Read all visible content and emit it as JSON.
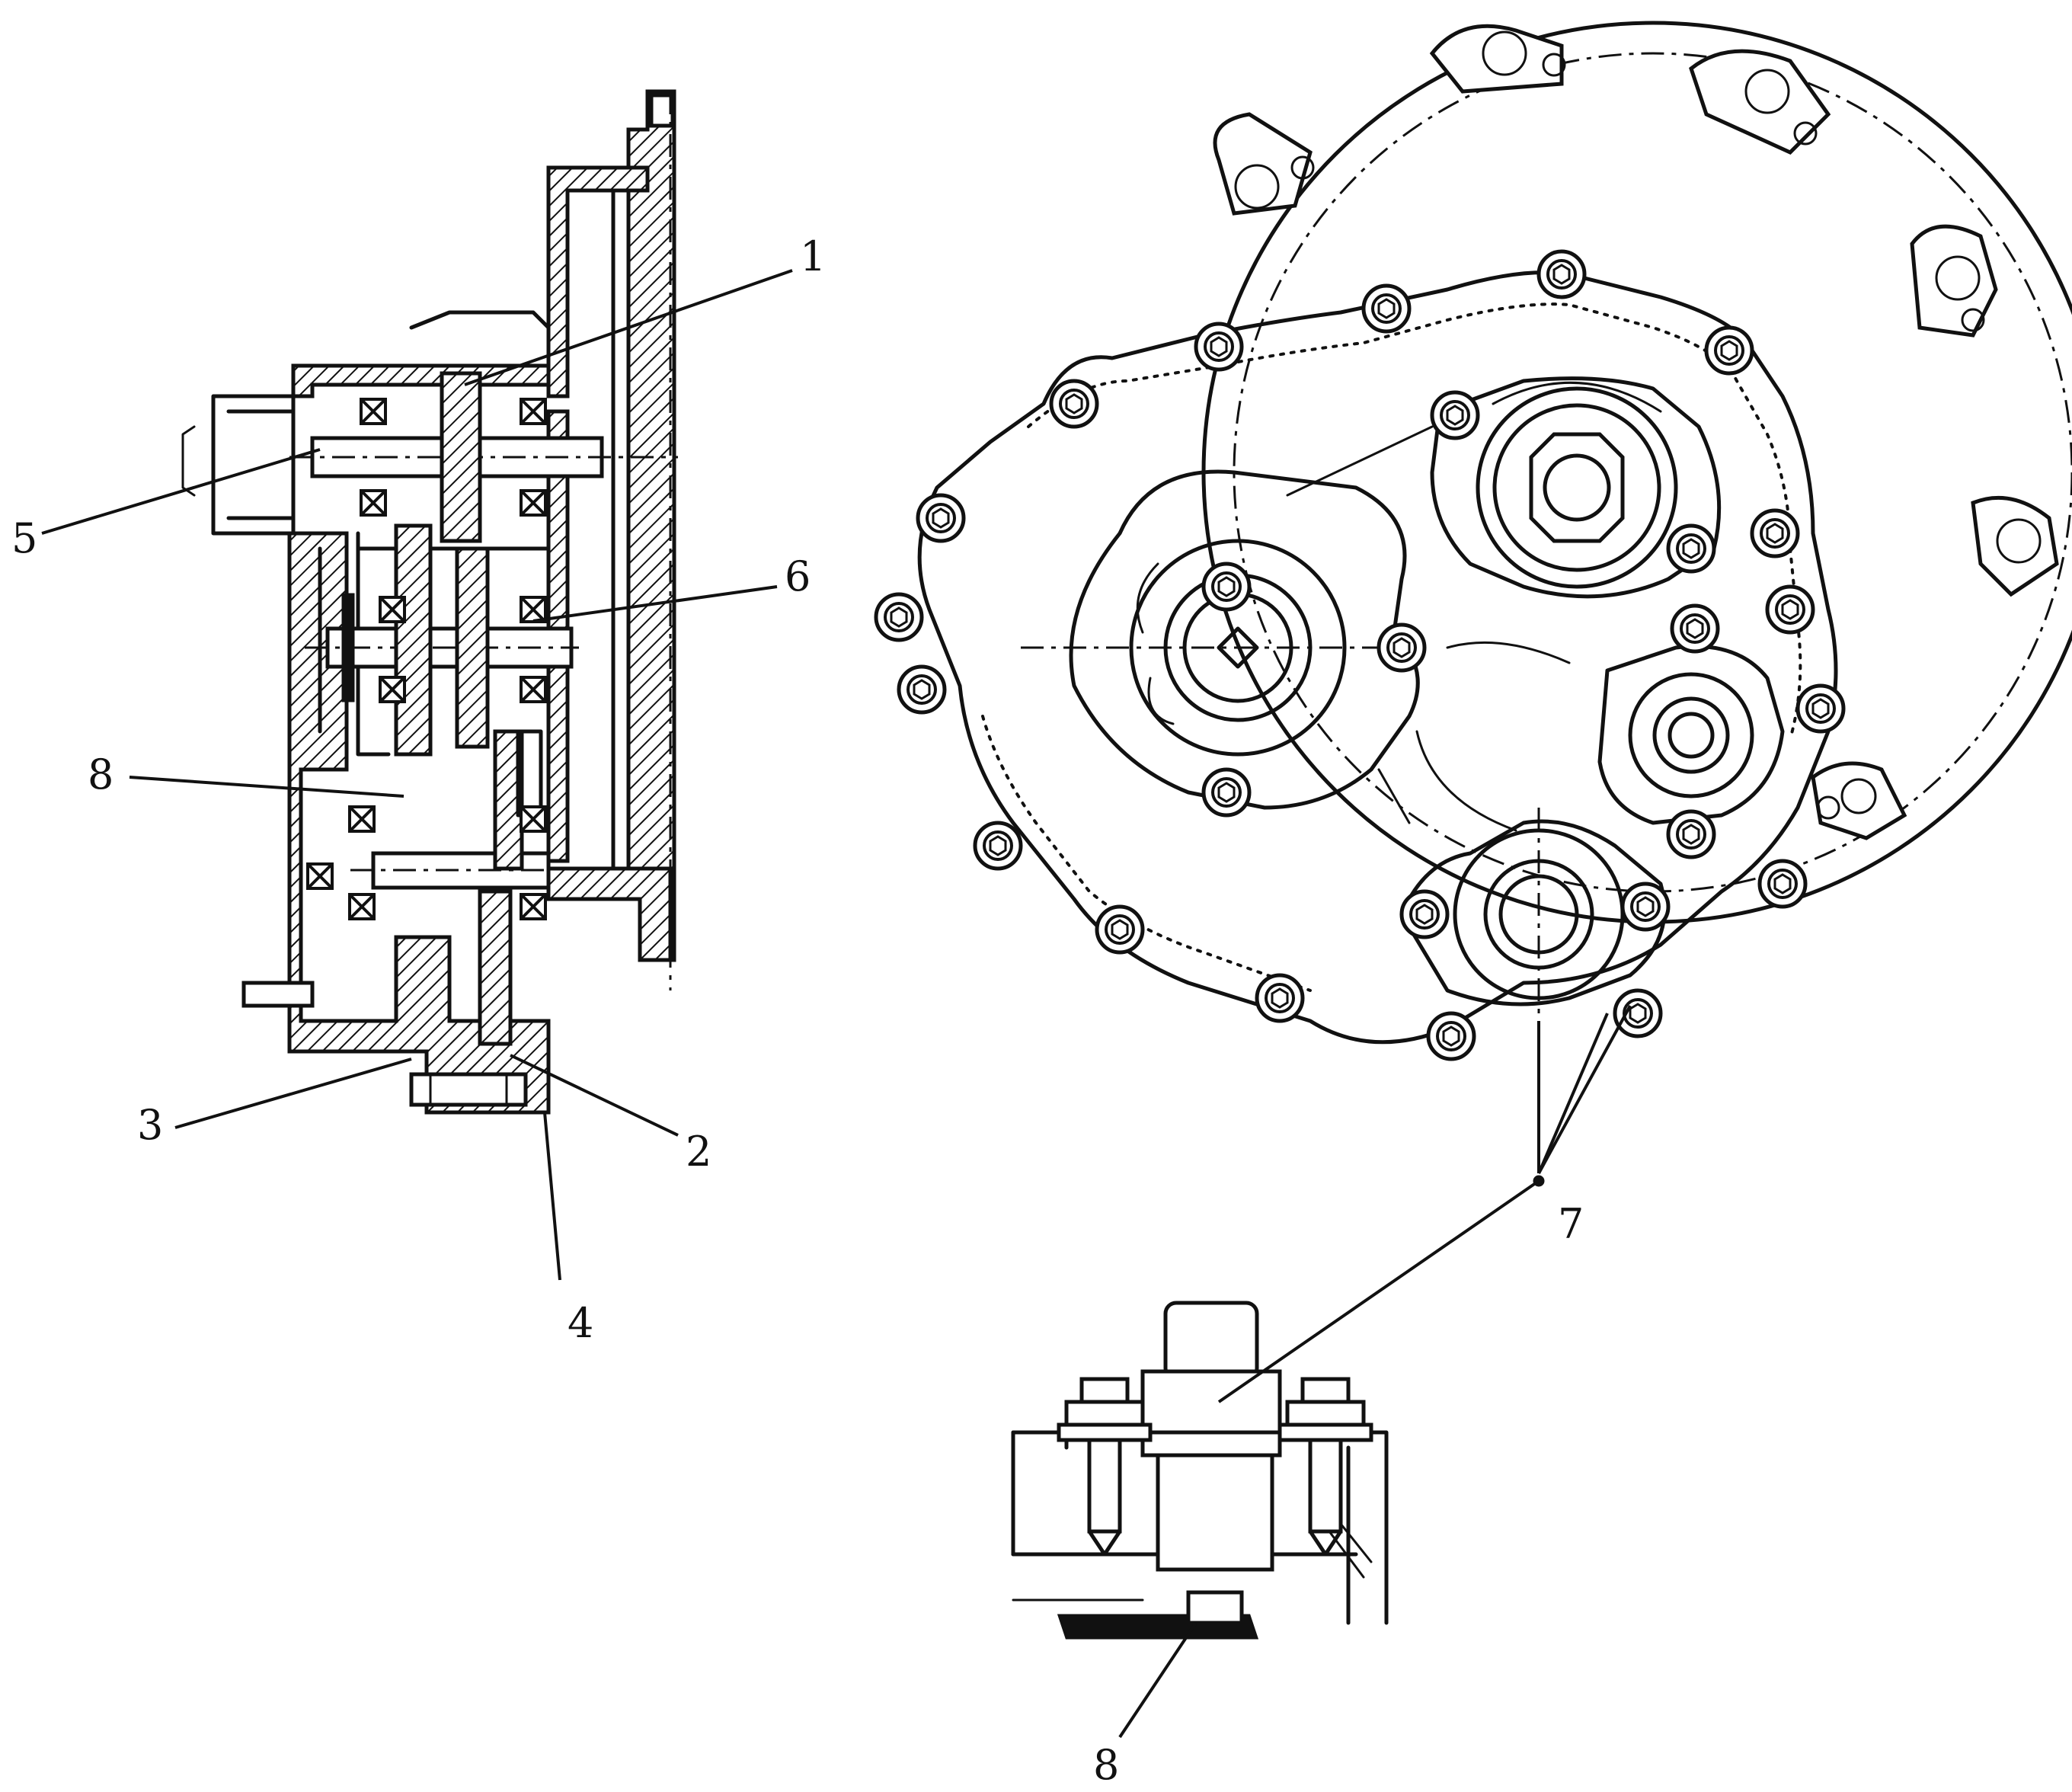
{
  "callouts": {
    "left_1": "1",
    "left_2": "2",
    "left_3": "3",
    "left_4": "4",
    "left_5": "5",
    "left_6": "6",
    "left_8": "8",
    "right_7": "7",
    "right_8": "8"
  },
  "colors": {
    "ink": "#111111",
    "paper": "#ffffff"
  }
}
